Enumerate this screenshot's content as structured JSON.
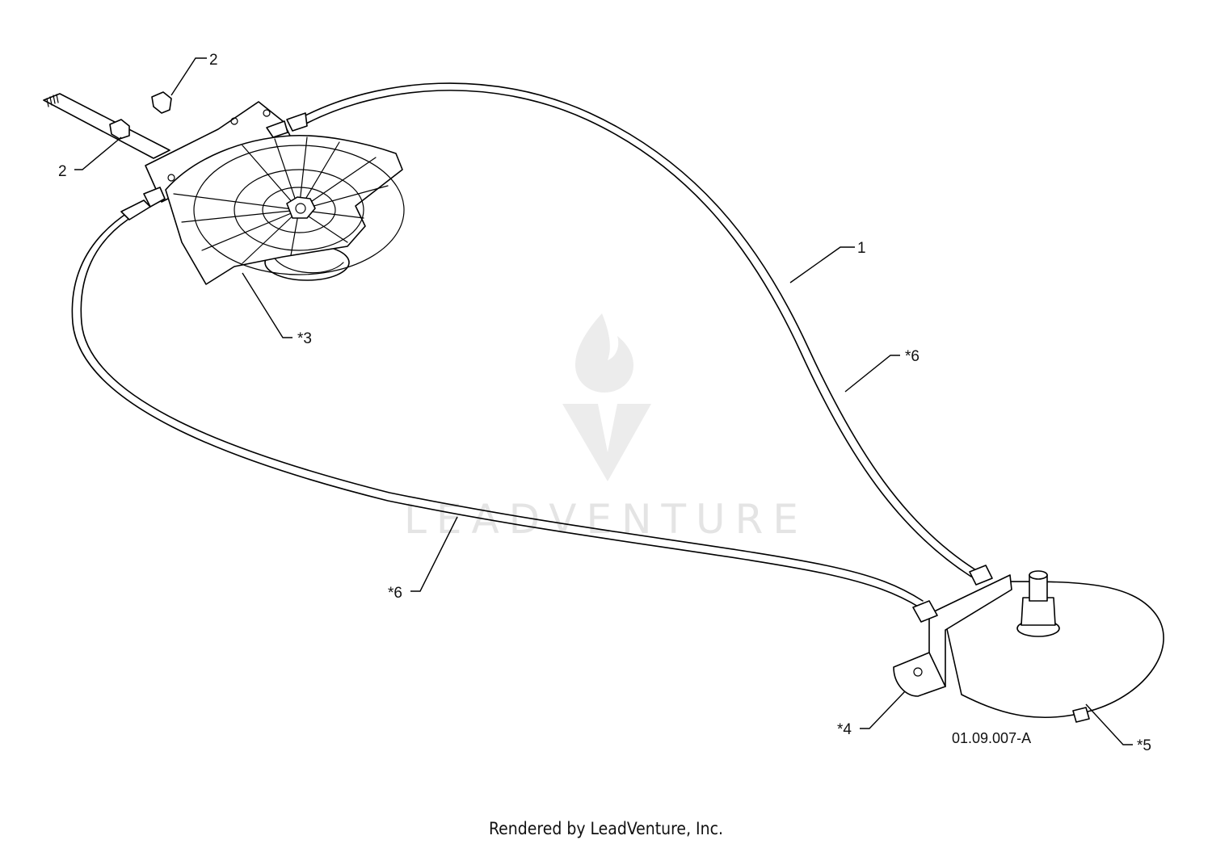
{
  "diagram": {
    "labels": [
      {
        "id": "callout-2-top",
        "text": "2"
      },
      {
        "id": "callout-2-left",
        "text": "2"
      },
      {
        "id": "callout-1",
        "text": "1"
      },
      {
        "id": "callout-3",
        "text": "*3"
      },
      {
        "id": "callout-6-right",
        "text": "*6"
      },
      {
        "id": "callout-6-lower",
        "text": "*6"
      },
      {
        "id": "callout-4",
        "text": "*4"
      },
      {
        "id": "callout-5",
        "text": "*5"
      }
    ],
    "reference_code": "01.09.007-A",
    "watermark": "LEADVENTURE",
    "footer": "Rendered by LeadVenture, Inc."
  },
  "colors": {
    "line": "#000000",
    "background": "#ffffff",
    "watermark": "#e4e4e4"
  }
}
